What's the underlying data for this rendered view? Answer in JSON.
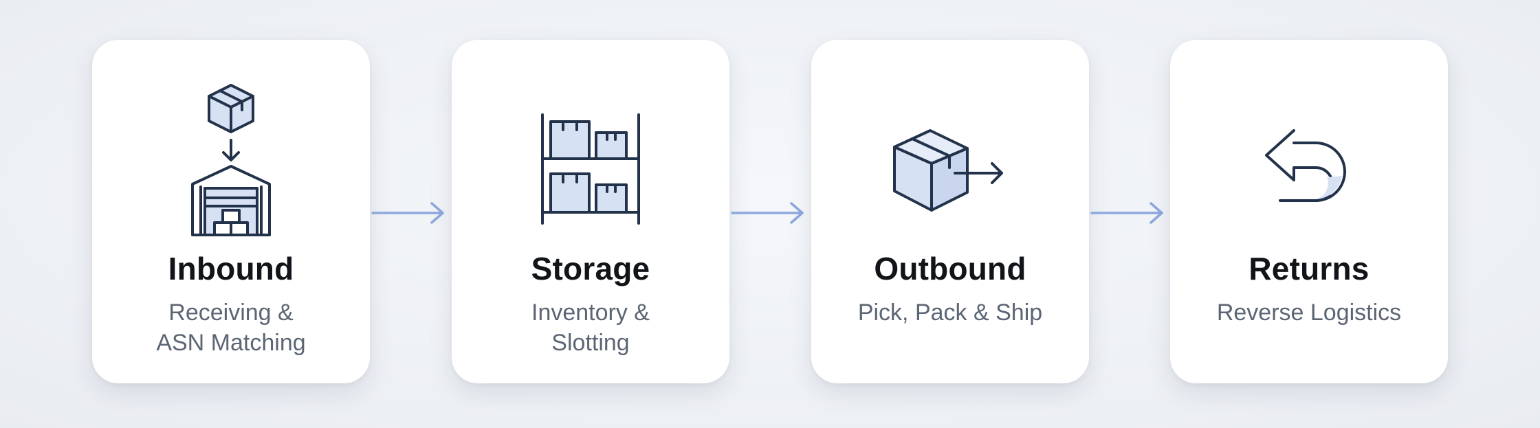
{
  "colors": {
    "icon_stroke": "#22324a",
    "icon_fill": "#d7e1f4",
    "connector": "#8ea8de",
    "title": "#111418",
    "subtitle": "#5b6573"
  },
  "stages": [
    {
      "title": "Inbound",
      "subtitle_lines": [
        "Receiving &",
        "ASN Matching"
      ],
      "icon": "warehouse-receiving-icon"
    },
    {
      "title": "Storage",
      "subtitle_lines": [
        "Inventory &",
        "Slotting"
      ],
      "icon": "storage-shelf-icon"
    },
    {
      "title": "Outbound",
      "subtitle_lines": [
        "Pick, Pack & Ship"
      ],
      "icon": "box-shipping-icon"
    },
    {
      "title": "Returns",
      "subtitle_lines": [
        "Reverse Logistics"
      ],
      "icon": "return-arrow-icon"
    }
  ]
}
